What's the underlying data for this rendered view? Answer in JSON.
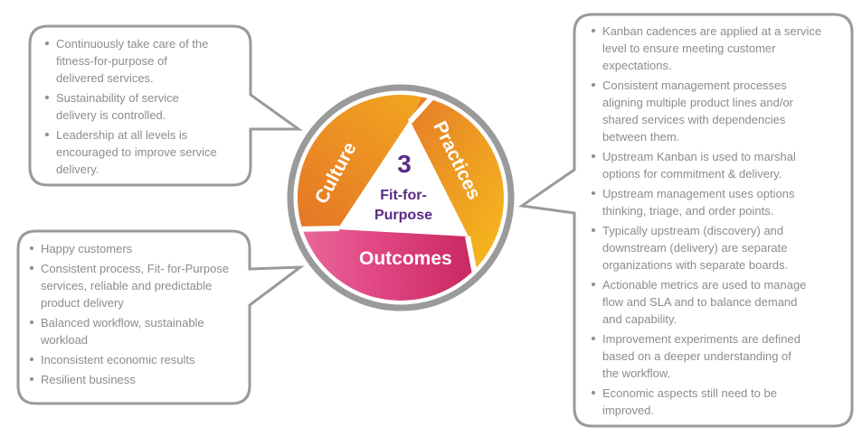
{
  "colors": {
    "culture": "#e8822a",
    "practices": "#f7b21c",
    "outcomes": "#de3f7f",
    "center_text": "#5b2a86",
    "border": "#9a9a9a",
    "body_text": "#8c8c8c"
  },
  "wheel": {
    "culture": "Culture",
    "practices": "Practices",
    "outcomes": "Outcomes",
    "level": "3",
    "title_line1": "Fit-for-",
    "title_line2": "Purpose"
  },
  "culture_box": {
    "items": [
      [
        "Continuously take care of the",
        "fitness-for-purpose of",
        "delivered services."
      ],
      [
        "Sustainability of service",
        "delivery is controlled."
      ],
      [
        "Leadership at all levels is",
        "encouraged to improve service",
        "delivery."
      ]
    ]
  },
  "outcomes_box": {
    "items": [
      [
        "Happy customers"
      ],
      [
        "Consistent process, Fit- for-Purpose",
        "services, reliable and predictable",
        "product delivery"
      ],
      [
        "Balanced workflow, sustainable",
        "workload"
      ],
      [
        "Inconsistent economic results"
      ],
      [
        "Resilient business"
      ]
    ]
  },
  "practices_box": {
    "items": [
      [
        "Kanban cadences are applied at a service",
        "level to ensure meeting customer",
        "expectations."
      ],
      [
        "Consistent management processes",
        "aligning multiple product lines and/or",
        "shared services with dependencies",
        "between them."
      ],
      [
        "Upstream Kanban is used to marshal",
        "options for commitment & delivery."
      ],
      [
        "Upstream management uses options",
        "thinking, triage, and order points."
      ],
      [
        "Typically upstream (discovery) and",
        "downstream (delivery) are separate",
        "organizations with separate boards."
      ],
      [
        "Actionable metrics are used to manage",
        "flow and SLA and to balance demand",
        "and capability."
      ],
      [
        "Improvement experiments are defined",
        "based on a deeper understanding of",
        "the workflow."
      ],
      [
        "Economic aspects still need to be",
        "improved."
      ]
    ]
  }
}
